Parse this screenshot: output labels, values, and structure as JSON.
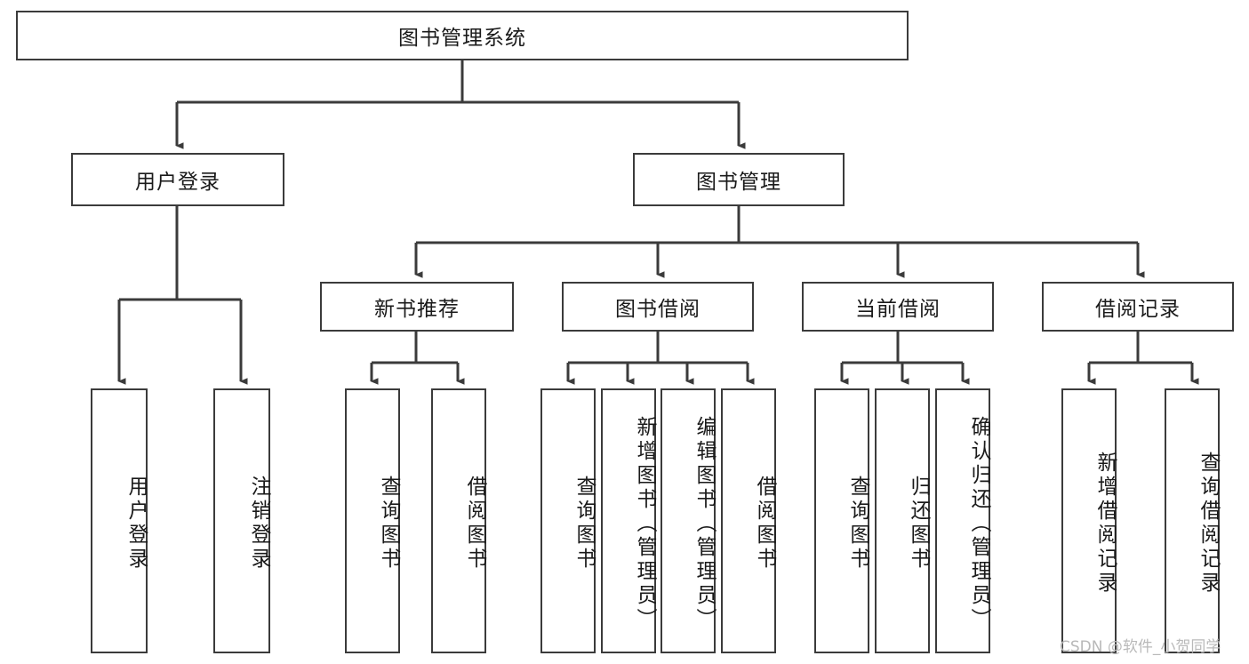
{
  "diagram": {
    "type": "hierarchy-tree",
    "title": "图书管理系统",
    "background_color": "#ffffff",
    "line_color": "#3b3b3b",
    "box_border_color": "#3b3b3b",
    "box_fill_color": "#ffffff",
    "text_color": "#1a1a1a"
  },
  "root": {
    "label": "图书管理系统"
  },
  "level2": [
    {
      "label": "用户登录"
    },
    {
      "label": "图书管理"
    }
  ],
  "level3": [
    {
      "label": "新书推荐"
    },
    {
      "label": "图书借阅"
    },
    {
      "label": "当前借阅"
    },
    {
      "label": "借阅记录"
    }
  ],
  "leaves": {
    "user_login": [
      {
        "label": "用户登录"
      },
      {
        "label": "注销登录"
      }
    ],
    "new_book": [
      {
        "label": "查询图书"
      },
      {
        "label": "借阅图书"
      }
    ],
    "book_borrow": [
      {
        "label": "查询图书"
      },
      {
        "label": "新增图书（管理员）"
      },
      {
        "label": "编辑图书（管理员）"
      },
      {
        "label": "借阅图书"
      }
    ],
    "current_borrow": [
      {
        "label": "查询图书"
      },
      {
        "label": "归还图书"
      },
      {
        "label": "确认归还（管理员）"
      }
    ],
    "borrow_record": [
      {
        "label": "新增借阅记录"
      },
      {
        "label": "查询借阅记录"
      }
    ]
  },
  "watermark": {
    "text": "CSDN @软件_小贺同学",
    "color": "#b9b9b9"
  }
}
